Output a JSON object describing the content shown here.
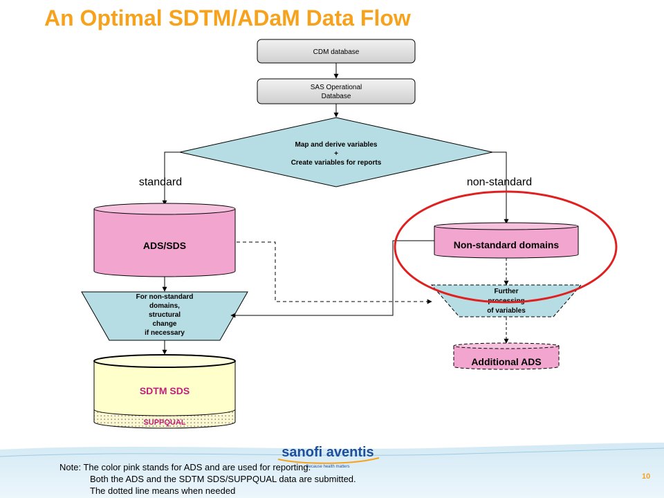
{
  "title": "An Optimal SDTM/ADaM Data Flow",
  "nodes": {
    "cdm_database": "CDM database",
    "sas_operational_db": [
      "SAS Operational",
      "Database"
    ],
    "map_derive": [
      "Map and derive variables",
      "+",
      "Create variables for reports"
    ],
    "ads_sds": "ADS/SDS",
    "structural_change": [
      "For non-standard",
      "domains,",
      "structural",
      "change",
      "if necessary"
    ],
    "sdtm_sds": "SDTM SDS",
    "suppqual": "SUPPQUAL",
    "non_standard_domains": "Non-standard domains",
    "further_processing": [
      "Further",
      "processing",
      "of variables"
    ],
    "additional_ads": "Additional ADS"
  },
  "branch_labels": {
    "standard": "standard",
    "non_standard": "non-standard"
  },
  "note": [
    "Note: The color pink stands for ADS and are used for reporting.",
    "Both the ADS  and the SDTM SDS/SUPPQUAL data are submitted.",
    "The dotted line means when needed"
  ],
  "logo": {
    "text": "sanofi aventis",
    "tagline": "Because health matters"
  },
  "page_number": "10",
  "colors": {
    "title": "#f7a21d",
    "ads_pink": "#f2a6cf",
    "process_teal": "#b6dde3",
    "sdtm_yellow": "#ffffcc",
    "gray_box": "#dcdcdc",
    "highlight_red": "#e02020",
    "logo_blue": "#1d4f9c"
  }
}
